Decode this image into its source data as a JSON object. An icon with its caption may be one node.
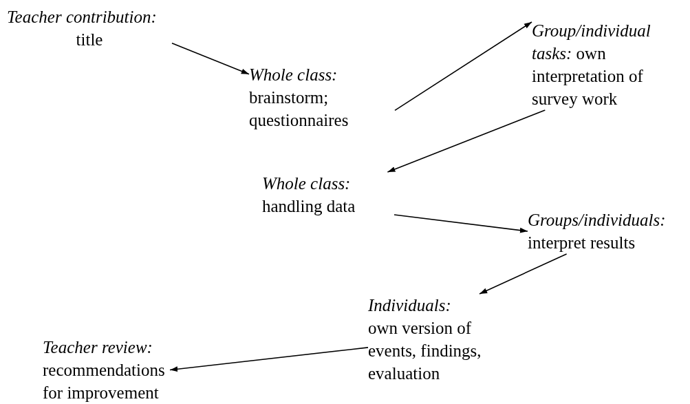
{
  "diagram": {
    "nodes": [
      {
        "text": [
          "Teacher contribution:",
          "title"
        ]
      },
      {
        "text": [
          "Whole class:",
          "brainstorm; questionnaires"
        ]
      },
      {
        "text": [
          "*Group/individual tasks:* own interpretation of survey work"
        ]
      },
      {
        "text": [
          "Whole class:",
          "handling data"
        ]
      },
      {
        "text": [
          "Groups/individuals:",
          "interpret results"
        ]
      },
      {
        "text": [
          "Individuals:",
          "own version of events, findings, evaluation"
        ]
      },
      {
        "text": [
          "Teacher review:",
          "recommendations for improvement"
        ]
      }
    ],
    "edges": [
      {
        "from": 0,
        "to": 1,
        "arrow": "to"
      },
      {
        "from": 1,
        "to": 2,
        "arrow": "to"
      },
      {
        "from": 2,
        "to": 3,
        "arrow": "to"
      },
      {
        "from": 3,
        "to": 4,
        "arrow": "to"
      },
      {
        "from": 4,
        "to": 5,
        "arrow": "to"
      },
      {
        "from": 5,
        "to": 6,
        "arrow": "to"
      }
    ]
  }
}
